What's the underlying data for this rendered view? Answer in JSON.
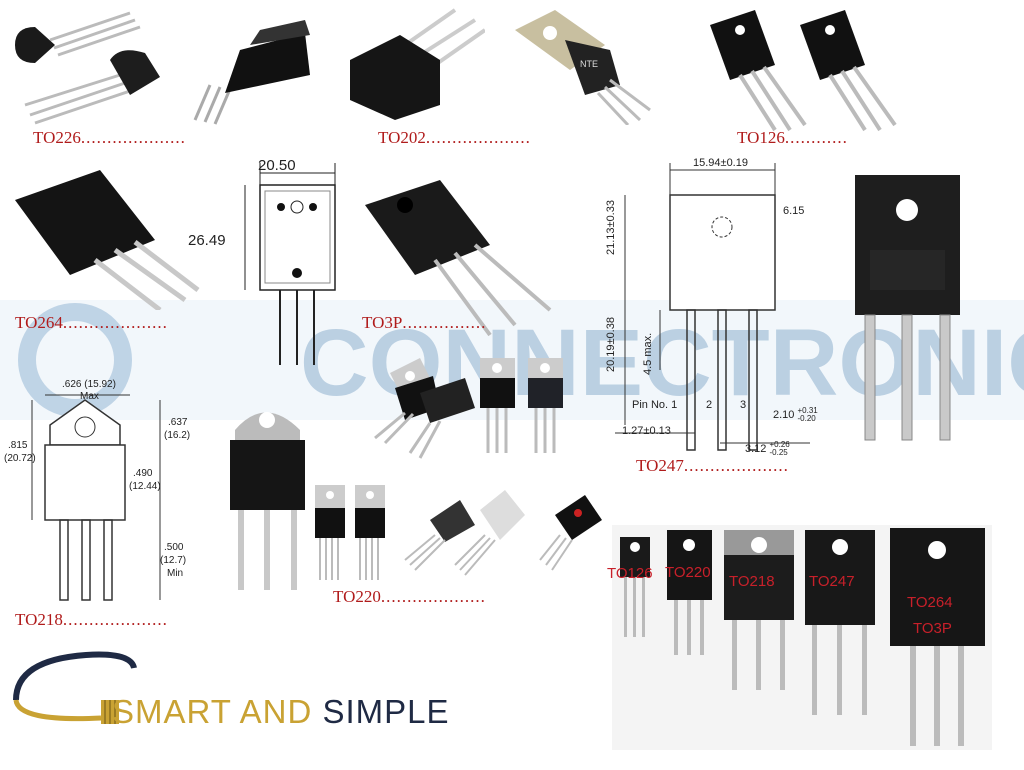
{
  "watermark": {
    "text": "CONNECTRONICS"
  },
  "labels": {
    "to226_top": "TO226",
    "to202": "TO202",
    "to126_top": "TO126",
    "to264": "TO264",
    "to3p": "TO3P",
    "to247": "TO247",
    "to218": "TO218",
    "to220": "TO220",
    "dot_leader_long": "....................",
    "dot_leader_med": "................",
    "dot_leader_short": "............"
  },
  "drawing_to264": {
    "width": "20.50",
    "height": "26.49"
  },
  "drawing_to247": {
    "width": "15.94±0.19",
    "hole": "6.15",
    "height_upper": "21.13±0.33",
    "height_lower": "20.19±0.38",
    "max": "4.5 max.",
    "pin_no": "Pin No. 1",
    "pin2": "2",
    "pin3": "3",
    "pitch": "1.27±0.13",
    "lead_w": "2.10",
    "lead_w_tol_plus": "+0.31",
    "lead_w_tol_minus": "-0.20",
    "lead_s": "3.12",
    "lead_s_tol_plus": "+0.26",
    "lead_s_tol_minus": "-0.25"
  },
  "drawing_to218": {
    "width": ".626 (15.92)",
    "width_note": "Max",
    "total_in": ".815",
    "total_mm": "(20.72)",
    "tab_in": ".637",
    "tab_mm": "(16.2)",
    "body_in": ".490",
    "body_mm": "(12.44)",
    "lead_in": ".500",
    "lead_mm": "(12.7)",
    "lead_note": "Min"
  },
  "comparison": {
    "to126": "TO126",
    "to220": "TO220",
    "to218": "TO218",
    "to247": "TO247",
    "to264": "TO264",
    "to3p": "TO3P"
  },
  "brand": {
    "part1": "SMART AND ",
    "part2": "SIMPLE"
  },
  "colors": {
    "label_red": "#b01b1b",
    "watermark_blue": "#8fb1cf",
    "brand_dark": "#1f2a44",
    "brand_gold": "#c9a233"
  }
}
